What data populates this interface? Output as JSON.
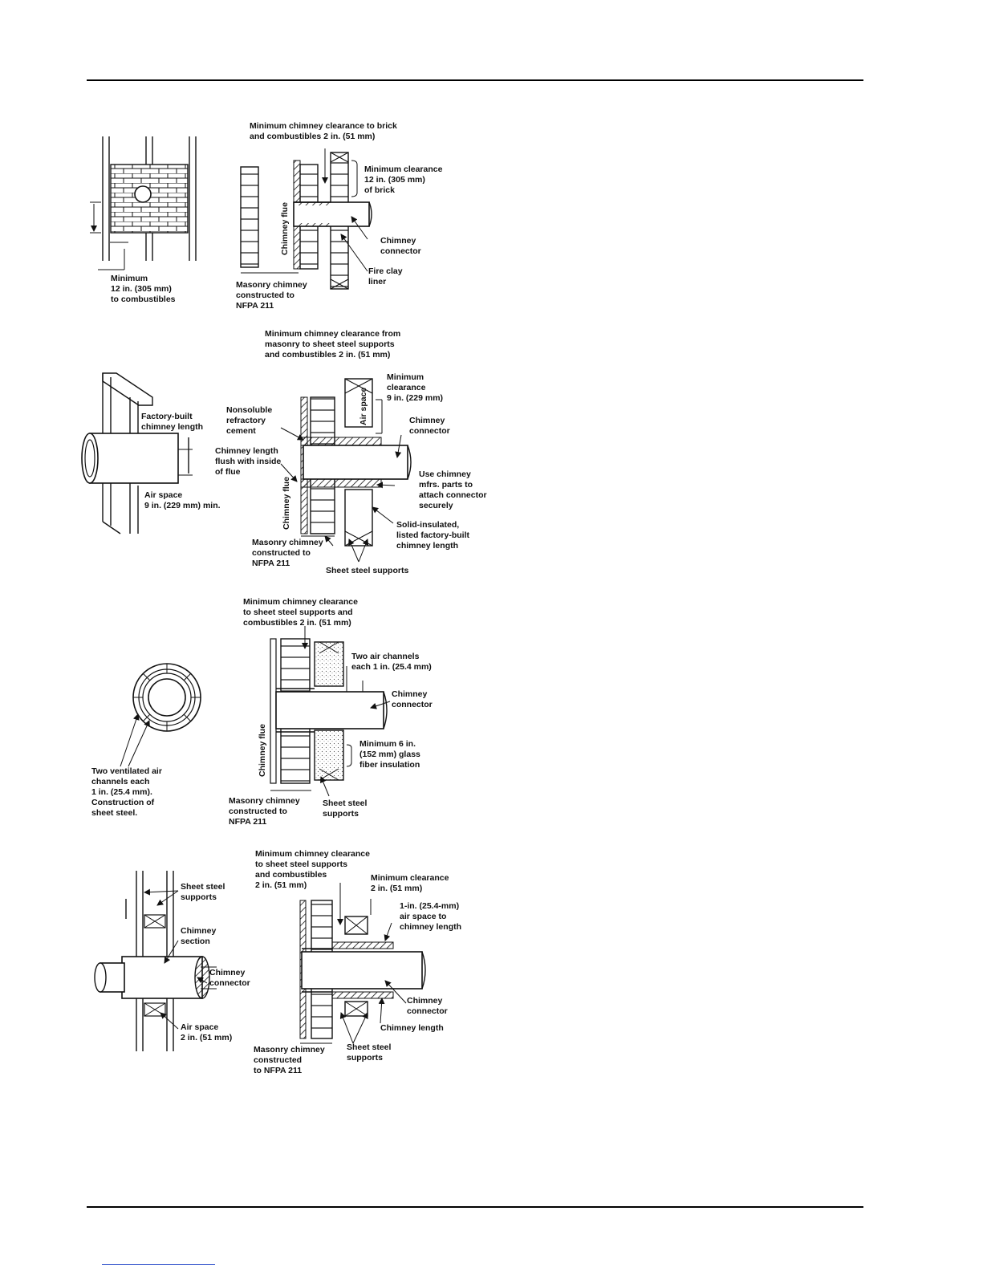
{
  "panel1": {
    "min_chimney_clearance": [
      "Minimum chimney clearance to brick",
      "and combustibles 2 in. (51 mm)"
    ],
    "min_clearance_brick": [
      "Minimum clearance",
      "12 in. (305 mm)",
      "of brick"
    ],
    "chimney_flue": "Chimney flue",
    "chimney_connector": [
      "Chimney",
      "connector"
    ],
    "fire_clay_liner": [
      "Fire clay",
      "liner"
    ],
    "masonry_chimney": [
      "Masonry chimney",
      "constructed to",
      "NFPA 211"
    ],
    "min_to_combustibles": [
      "Minimum",
      "12 in. (305 mm)",
      "to combustibles"
    ]
  },
  "panel2": {
    "min_chimney_clearance": [
      "Minimum chimney clearance from",
      "masonry to sheet steel supports",
      "and combustibles 2 in. (51 mm)"
    ],
    "min_clearance_9": [
      "Minimum",
      "clearance",
      "9 in. (229 mm)"
    ],
    "air_space_vertical": "Air space",
    "factory_built": [
      "Factory-built",
      "chimney length"
    ],
    "nonsoluble": [
      "Nonsoluble",
      "refractory",
      "cement"
    ],
    "chimney_connector": [
      "Chimney",
      "connector"
    ],
    "chimney_length_flush": [
      "Chimney length",
      "flush with inside",
      "of flue"
    ],
    "use_mfrs": [
      "Use chimney",
      "mfrs. parts to",
      "attach connector",
      "securely"
    ],
    "air_space_9": [
      "Air space",
      "9 in. (229 mm) min."
    ],
    "chimney_flue": "Chimney flue",
    "solid_insulated": [
      "Solid-insulated,",
      "listed factory-built",
      "chimney length"
    ],
    "masonry_chimney": [
      "Masonry chimney",
      "constructed to",
      "NFPA 211"
    ],
    "sheet_steel_supports": "Sheet steel supports"
  },
  "panel3": {
    "min_chimney_clearance": [
      "Minimum chimney clearance",
      "to sheet steel supports and",
      "combustibles 2 in. (51 mm)"
    ],
    "two_air_channels": [
      "Two air channels",
      "each 1 in. (25.4 mm)"
    ],
    "chimney_connector": [
      "Chimney",
      "connector"
    ],
    "chimney_flue": "Chimney flue",
    "min_6_in": [
      "Minimum 6 in.",
      "(152 mm) glass",
      "fiber insulation"
    ],
    "two_ventilated": [
      "Two ventilated air",
      "channels each",
      "1 in. (25.4 mm).",
      "Construction of",
      "sheet steel."
    ],
    "masonry_chimney": [
      "Masonry chimney",
      "constructed to",
      "NFPA 211"
    ],
    "sheet_steel_supports": [
      "Sheet steel",
      "supports"
    ]
  },
  "panel4": {
    "min_chimney_clearance": [
      "Minimum chimney clearance",
      "to sheet steel supports",
      "and combustibles",
      "2 in. (51 mm)"
    ],
    "min_clearance_2": [
      "Minimum clearance",
      "2 in. (51 mm)"
    ],
    "sheet_steel_supports_left": [
      "Sheet steel",
      "supports"
    ],
    "air_space_1in": [
      "1-in. (25.4-mm)",
      "air space to",
      "chimney length"
    ],
    "chimney_section": [
      "Chimney",
      "section"
    ],
    "chimney_connector_left": [
      "Chimney",
      "connector"
    ],
    "chimney_connector_right": [
      "Chimney",
      "connector"
    ],
    "air_space_2": [
      "Air space",
      "2 in. (51 mm)"
    ],
    "chimney_length": "Chimney length",
    "masonry_chimney": [
      "Masonry chimney",
      "constructed",
      "to NFPA 211"
    ],
    "sheet_steel_supports": [
      "Sheet steel",
      "supports"
    ]
  }
}
